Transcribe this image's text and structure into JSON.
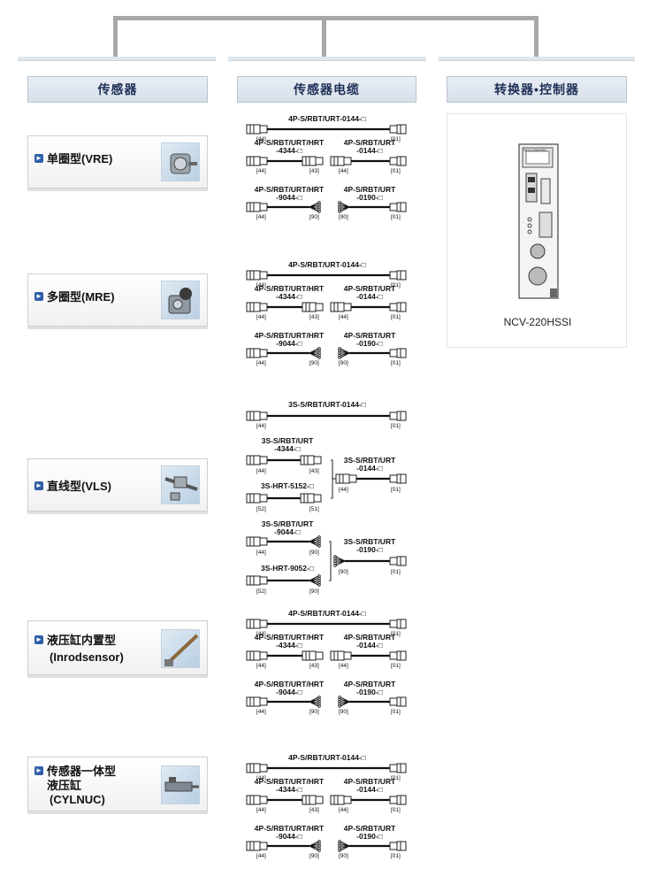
{
  "columns": {
    "sensor": "传感器",
    "cable": "传感器电缆",
    "controller": "转换器•控制器"
  },
  "sensors": [
    {
      "label": "单圈型(VRE)",
      "icon": "rotary-encoder-image"
    },
    {
      "label": "多圈型(MRE)",
      "icon": "multi-turn-encoder-image"
    },
    {
      "label": "直线型(VLS)",
      "icon": "linear-sensor-image"
    },
    {
      "label_lines": [
        "液压缸内置型",
        "(Inrodsensor)"
      ],
      "icon": "rod-sensor-image"
    },
    {
      "label_lines": [
        "传感器一体型",
        "液压缸",
        "(CYLNUC)"
      ],
      "icon": "cylinder-image"
    }
  ],
  "cable_groups": {
    "four_pin": {
      "top_label": "4P-S/RBT/URT-0144-□",
      "top_codes": [
        "[44]",
        "[01]"
      ],
      "mid_left": [
        "4P-S/RBT/URT/HRT",
        "-4344-□"
      ],
      "mid_right": [
        "4P-S/RBT/URT",
        "-0144-□"
      ],
      "mid_codes": [
        "[44]",
        "[43]",
        "[44]",
        "[01]"
      ],
      "bot_left": [
        "4P-S/RBT/URT/HRT",
        "-9044-□"
      ],
      "bot_right": [
        "4P-S/RBT/URT",
        "-0190-□"
      ],
      "bot_codes": [
        "[44]",
        "[90]",
        "[90]",
        "[01]"
      ]
    },
    "three_pin": {
      "top_label": "3S-S/RBT/URT-0144-□",
      "top_codes": [
        "[44]",
        "[01]"
      ],
      "a1": [
        "3S-S/RBT/URT",
        "-4344-□"
      ],
      "a1_codes": [
        "[44]",
        "[43]"
      ],
      "a2": "3S-HRT-5152-□",
      "a2_codes": [
        "[52]",
        "[51]"
      ],
      "a_right": [
        "3S-S/RBT/URT",
        "-0144-□"
      ],
      "a_right_codes": [
        "[44]",
        "[01]"
      ],
      "b1": [
        "3S-S/RBT/URT",
        "-9044-□"
      ],
      "b1_codes": [
        "[44]",
        "[90]"
      ],
      "b2": "3S-HRT-9052-□",
      "b2_codes": [
        "[52]",
        "[90]"
      ],
      "b_right": [
        "3S-S/RBT/URT",
        "-0190-□"
      ],
      "b_right_codes": [
        "[90]",
        "[01]"
      ]
    }
  },
  "controller": {
    "model": "NCV-220HSSI",
    "device_tag": "NCV-220HSSI"
  }
}
